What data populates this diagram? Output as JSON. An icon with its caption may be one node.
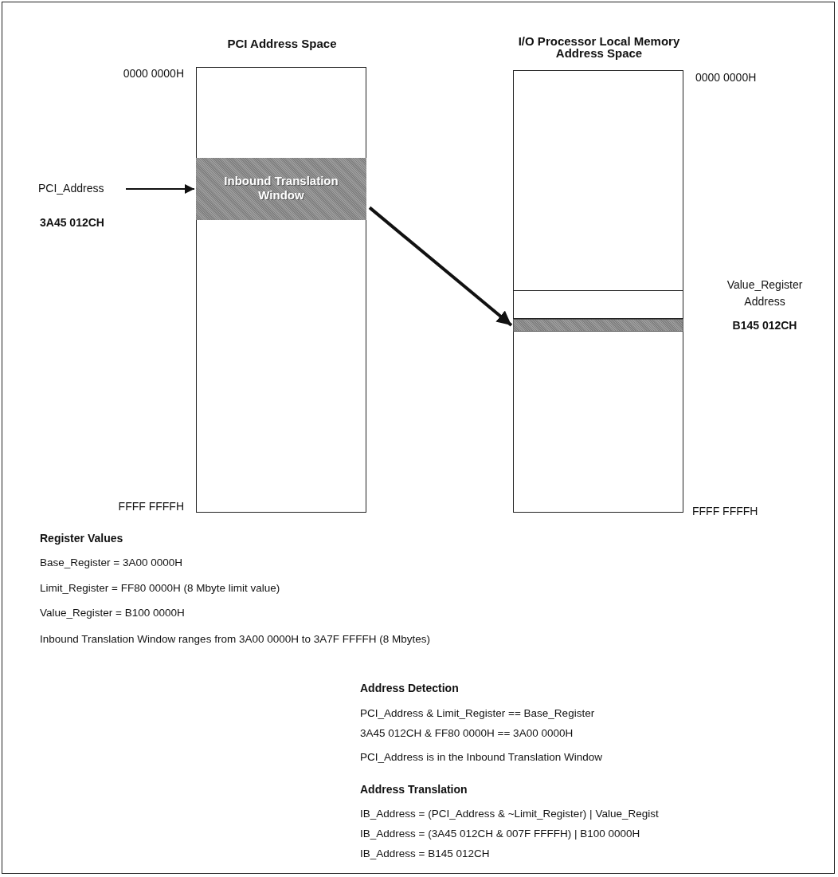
{
  "diagram": {
    "nodes": [
      {
        "text": [
          "PCI Address Space"
        ],
        "beside": [
          "0000 0000H",
          "FFFF FFFFH"
        ]
      },
      {
        "text": [
          "Inbound Translation Window"
        ],
        "in": 0
      },
      {
        "text": [
          "PCI_Address"
        ],
        "beside": [
          "3A45 012CH"
        ]
      },
      {
        "text": [
          "I/O Processor Local Memory Address Space"
        ],
        "beside": [
          "0000 0000H",
          "FFFF FFFFH"
        ]
      },
      {
        "text": [],
        "shape": "box",
        "in": 3
      },
      {
        "text": [],
        "shape": "bar",
        "in": 3
      }
    ],
    "edges": [
      {
        "from": 2,
        "to": 1,
        "arrow": "to"
      },
      {
        "from": 1,
        "to": 5,
        "arrow": "to",
        "style": "thick"
      }
    ],
    "labels": [
      "Value_Register Address",
      "B145 012CH",
      "Register Values",
      "Base_Register = 3A00 0000H",
      "Limit_Register = FF80 0000H (8 Mbyte limit value)",
      "Value_Register = B100 0000H",
      "Inbound Translation Window ranges from 3A00 0000H to 3A7F FFFFH (8 Mbytes)",
      "Address Detection",
      "PCI_Address & Limit_Register == Base_Register",
      "3A45 012CH & FF80 0000H == 3A00 0000H",
      "PCI_Address is in the Inbound Translation Window",
      "Address Translation",
      "IB_Address = (PCI_Address & ~Limit_Register) | Value_Regist",
      "IB_Address = (3A45 012CH & 007F FFFFH) | B100 0000H",
      "IB_Address = B145 012CH"
    ]
  }
}
